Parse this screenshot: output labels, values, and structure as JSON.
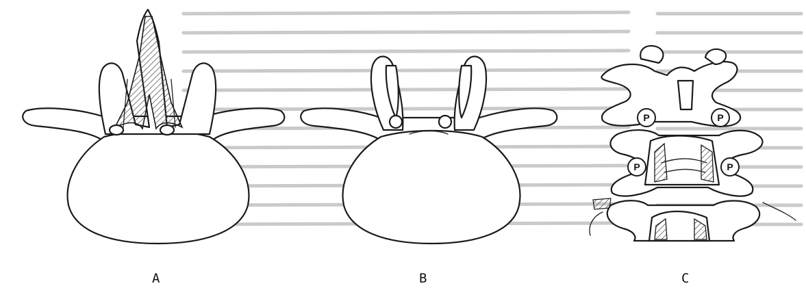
{
  "panels": [
    {
      "id": "A",
      "label": "A"
    },
    {
      "id": "B",
      "label": "B"
    },
    {
      "id": "C",
      "label": "C"
    }
  ],
  "markers": {
    "text": "P"
  },
  "colors": {
    "background": "#ffffff",
    "line": "#1a1a1a",
    "hatch": "#555555",
    "bleed_text": "#8a8a8a"
  }
}
